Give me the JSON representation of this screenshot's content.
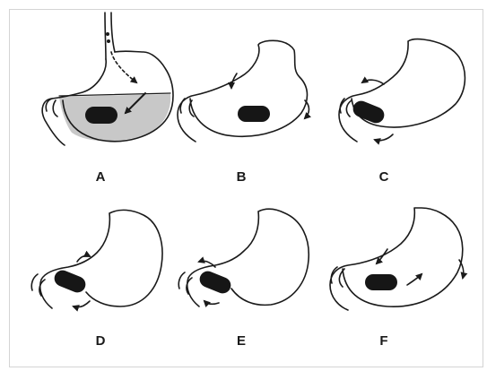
{
  "figure": {
    "panels": [
      {
        "id": "A",
        "label": "A"
      },
      {
        "id": "B",
        "label": "B"
      },
      {
        "id": "C",
        "label": "C"
      },
      {
        "id": "D",
        "label": "D"
      },
      {
        "id": "E",
        "label": "E"
      },
      {
        "id": "F",
        "label": "F"
      }
    ]
  },
  "colors": {
    "stroke": "#1a1a1a",
    "fluid": "#c8c8c8",
    "capsule": "#161616",
    "border": "#d4d4d4"
  }
}
